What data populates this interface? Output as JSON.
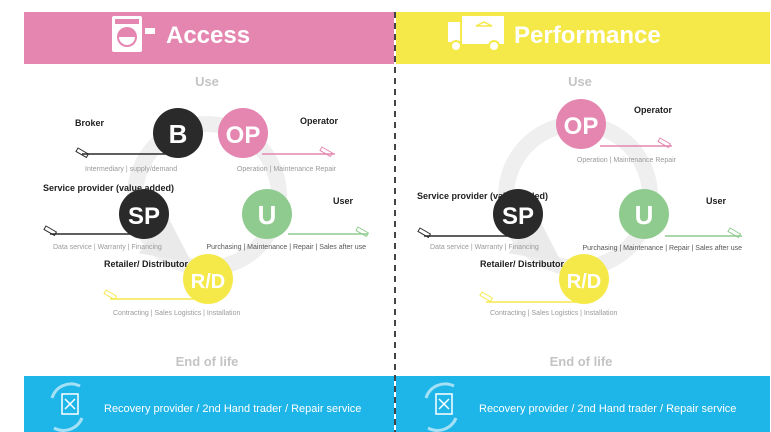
{
  "colors": {
    "access_banner": "#E486B0",
    "performance_banner": "#F5E94A",
    "footer": "#1EB5E8",
    "broker": "#2A2A2A",
    "operator": "#E486B0",
    "service_provider": "#2A2A2A",
    "user": "#8FCB8F",
    "retailer": "#F5E94A",
    "cycle": "#EFEFEF",
    "muted_text": "#9A9A9A",
    "label_text": "#1E1E1E",
    "divider": "#444444"
  },
  "panels": [
    {
      "id": "access",
      "title": "Access",
      "icon": "washing-machine-icon",
      "use_label": "Use",
      "end_of_life_label": "End of life",
      "footer_text": "Recovery provider / 2nd Hand trader / Repair service",
      "footer_icon": "repair-cycle-icon",
      "actors": [
        {
          "key": "broker",
          "code": "B",
          "name": "Broker",
          "desc": "Intermediary | supply/demand"
        },
        {
          "key": "operator",
          "code": "OP",
          "name": "Operator",
          "desc": "Operation | Maintenance Repair"
        },
        {
          "key": "service_provider",
          "code": "SP",
          "name": "Service provider (value added)",
          "desc": "Data service | Warranty | Financing"
        },
        {
          "key": "user",
          "code": "U",
          "name": "User",
          "desc": "Purchasing | Maintenance | Repair | Sales after use"
        },
        {
          "key": "retailer",
          "code": "R/D",
          "name": "Retailer/ Distributor",
          "desc": "Contracting | Sales Logistics | Installation"
        }
      ]
    },
    {
      "id": "performance",
      "title": "Performance",
      "icon": "delivery-truck-icon",
      "use_label": "Use",
      "end_of_life_label": "End of life",
      "footer_text": "Recovery provider / 2nd Hand trader / Repair service",
      "footer_icon": "repair-cycle-icon",
      "actors": [
        {
          "key": "operator",
          "code": "OP",
          "name": "Operator",
          "desc": "Operation | Maintenance Repair"
        },
        {
          "key": "service_provider",
          "code": "SP",
          "name": "Service provider (value added)",
          "desc": "Data service | Warranty | Financing"
        },
        {
          "key": "user",
          "code": "U",
          "name": "User",
          "desc": "Purchasing | Maintenance | Repair | Sales after use"
        },
        {
          "key": "retailer",
          "code": "R/D",
          "name": "Retailer/ Distributor",
          "desc": "Contracting | Sales Logistics | Installation"
        }
      ]
    }
  ]
}
